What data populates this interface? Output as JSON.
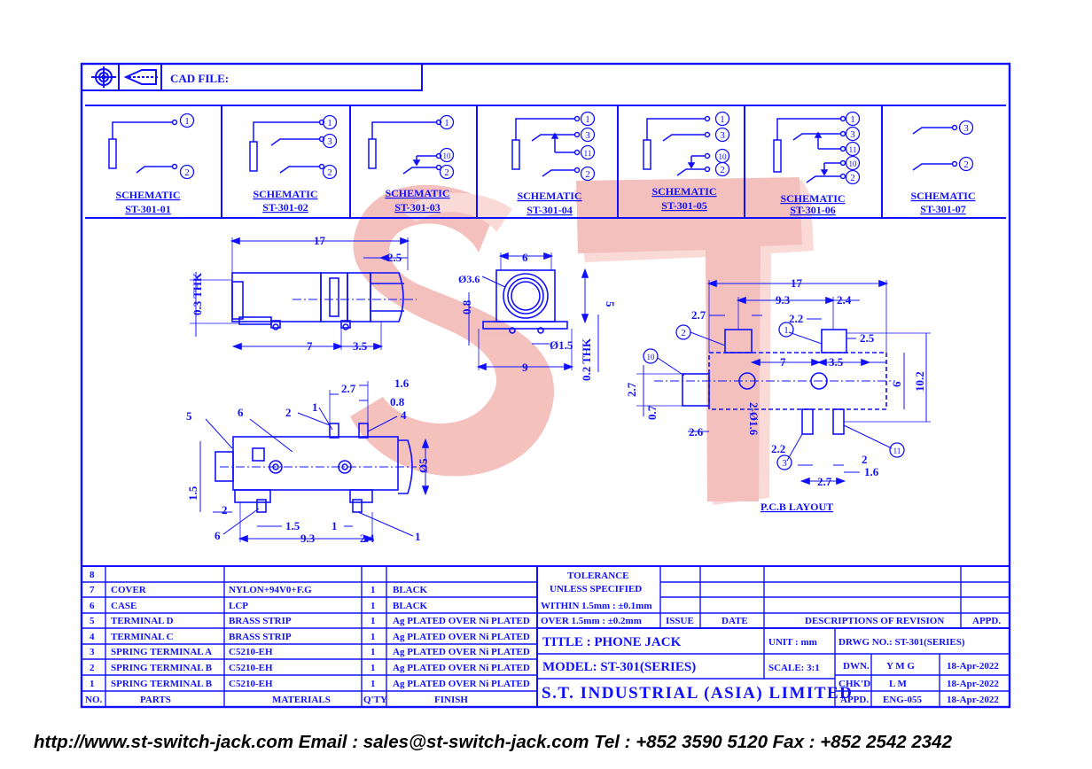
{
  "header": {
    "cad_label": "CAD FILE:",
    "cad_value": ""
  },
  "watermark": "ST",
  "schematics": [
    {
      "title": "SCHEMATIC",
      "code": "ST-301-01",
      "pins": [
        "1",
        "2"
      ]
    },
    {
      "title": "SCHEMATIC",
      "code": "ST-301-02",
      "pins": [
        "1",
        "3",
        "2"
      ]
    },
    {
      "title": "SCHEMATIC",
      "code": "ST-301-03",
      "pins": [
        "1",
        "10",
        "2"
      ]
    },
    {
      "title": "SCHEMATIC",
      "code": "ST-301-04",
      "pins": [
        "1",
        "3",
        "11",
        "2"
      ]
    },
    {
      "title": "SCHEMATIC",
      "code": "ST-301-05",
      "pins": [
        "1",
        "3",
        "10",
        "2"
      ]
    },
    {
      "title": "SCHEMATIC",
      "code": "ST-301-06",
      "pins": [
        "1",
        "3",
        "11",
        "10",
        "2"
      ]
    },
    {
      "title": "SCHEMATIC",
      "code": "ST-301-07",
      "pins": [
        "3",
        "2"
      ]
    }
  ],
  "dims": {
    "top_len": "17",
    "top_tip": "2.5",
    "thk": "0.3 THK",
    "v1": "7",
    "v2": "3.5",
    "front_w": "6",
    "front_dia": "Ø3.6",
    "front_h": "5",
    "front_08": "0.8",
    "front_pin": "Ø1.5",
    "front_9": "9",
    "front_thk": "0.2 THK",
    "side_27": "2.7",
    "side_16": "1.6",
    "side_08": "0.8",
    "side_15": "1.5",
    "side_2": "2",
    "side_dia5": "Ø5",
    "side_bot15": "1.5",
    "side_bot1": "1",
    "side_bot93": "9.3",
    "side_bot24": "2.4",
    "pcb_17": "17",
    "pcb_93": "9.3",
    "pcb_24": "2.4",
    "pcb_27": "2.7",
    "pcb_22a": "2.2",
    "pcb_25": "2.5",
    "pcb_7": "7",
    "pcb_35": "3.5",
    "pcb_6": "6",
    "pcb_102": "10.2",
    "pcb_27b": "2.7",
    "pcb_07": "0.7",
    "pcb_26": "2.6",
    "pcb_hole": "2-Ø1.6",
    "pcb_22b": "2.2",
    "pcb_2": "2",
    "pcb_27c": "2.7",
    "pcb_16": "1.6",
    "pcb_label": "P.C.B LAYOUT",
    "labels": [
      "1",
      "2",
      "3",
      "4",
      "5",
      "6",
      "10",
      "11"
    ]
  },
  "bom": {
    "row8": "8",
    "rows": [
      {
        "no": "7",
        "part": "COVER",
        "material": "NYLON+94V0+F.G",
        "qty": "1",
        "finish": "BLACK"
      },
      {
        "no": "6",
        "part": "CASE",
        "material": "LCP",
        "qty": "1",
        "finish": "BLACK"
      },
      {
        "no": "5",
        "part": "TERMINAL D",
        "material": "BRASS STRIP",
        "qty": "1",
        "finish": "Ag PLATED OVER Ni PLATED"
      },
      {
        "no": "4",
        "part": "TERMINAL C",
        "material": "BRASS STRIP",
        "qty": "1",
        "finish": "Ag PLATED OVER Ni PLATED"
      },
      {
        "no": "3",
        "part": "SPRING TERMINAL A",
        "material": "C5210-EH",
        "qty": "1",
        "finish": "Ag PLATED OVER Ni PLATED"
      },
      {
        "no": "2",
        "part": "SPRING TERMINAL B",
        "material": "C5210-EH",
        "qty": "1",
        "finish": "Ag PLATED OVER Ni PLATED"
      },
      {
        "no": "1",
        "part": "SPRING TERMINAL B",
        "material": "C5210-EH",
        "qty": "1",
        "finish": "Ag PLATED OVER Ni PLATED"
      }
    ],
    "headers": {
      "no": "NO.",
      "parts": "PARTS",
      "materials": "MATERIALS",
      "qty": "Q'TY",
      "finish": "FINISH"
    }
  },
  "tolerance": {
    "title": "TOLERANCE",
    "sub": "UNLESS SPECIFIED",
    "line1": "WITHIN 1.5mm : ±0.1mm",
    "line2": "OVER 1.5mm : ±0.2mm"
  },
  "revision": {
    "issue": "ISSUE",
    "date": "DATE",
    "desc": "DESCRIPTIONS OF REVISION",
    "appd": "APPD."
  },
  "titleblock": {
    "title": "TITLE :  PHONE JACK",
    "unit": "UNIT :  mm",
    "drwg": "DRWG NO.:  ST-301(SERIES)",
    "model": "MODEL:  ST-301(SERIES)",
    "scale": "SCALE:  3:1",
    "company": "S.T. INDUSTRIAL (ASIA) LIMITED",
    "dwn_l": "DWN.",
    "dwn_v": "Y M G",
    "dwn_d": "18-Apr-2022",
    "chk_l": "CHK'D",
    "chk_v": "L M",
    "chk_d": "18-Apr-2022",
    "appd_l": "APPD.",
    "appd_v": "ENG-055",
    "appd_d": "18-Apr-2022"
  },
  "footer": "http://www.st-switch-jack.com  Email : sales@st-switch-jack.com  Tel : +852 3590 5120  Fax : +852 2542 2342",
  "colors": {
    "line": "#1010ff",
    "watermark": "#f2b6b2",
    "watermark_shade": "#f8d4d0"
  }
}
